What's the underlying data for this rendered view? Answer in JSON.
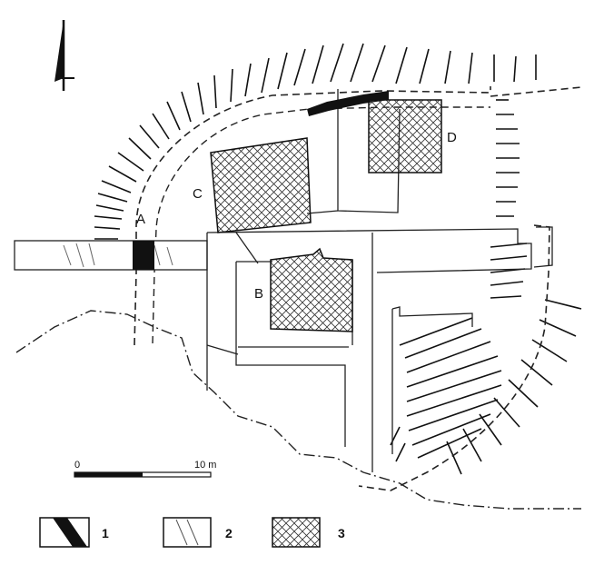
{
  "labels": {
    "a": "A",
    "b": "B",
    "c": "C",
    "d": "D"
  },
  "scale": {
    "start": "0",
    "end": "10 m"
  },
  "legend": [
    {
      "num": "1"
    },
    {
      "num": "2"
    },
    {
      "num": "3"
    }
  ]
}
